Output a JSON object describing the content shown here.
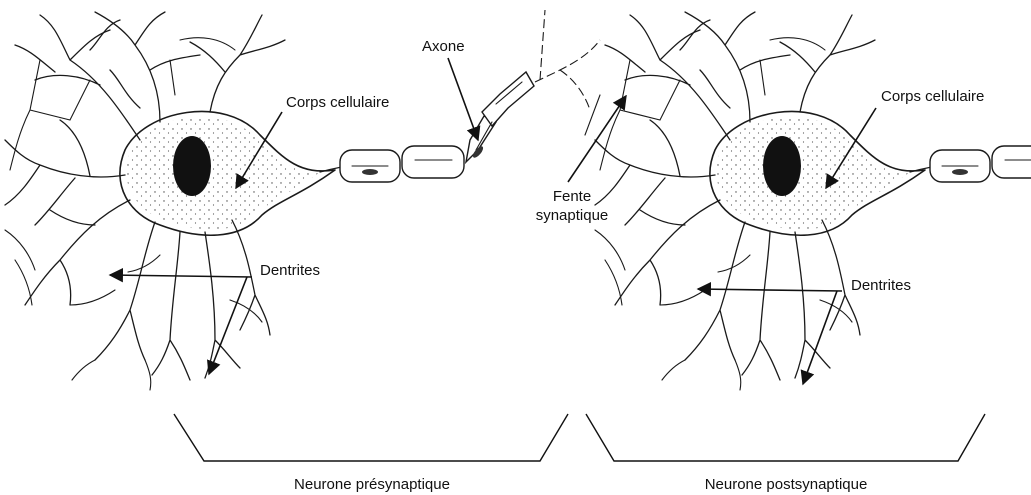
{
  "labels": {
    "axone": "Axone",
    "corps_left": "Corps cellulaire",
    "corps_right": "Corps cellulaire",
    "dendrites_left": "Dentrites",
    "dendrites_right": "Dentrites",
    "fente_line1": "Fente",
    "fente_line2": "synaptique",
    "neurone_pre": "Neurone présynaptique",
    "neurone_post": "Neurone postsynaptique"
  }
}
